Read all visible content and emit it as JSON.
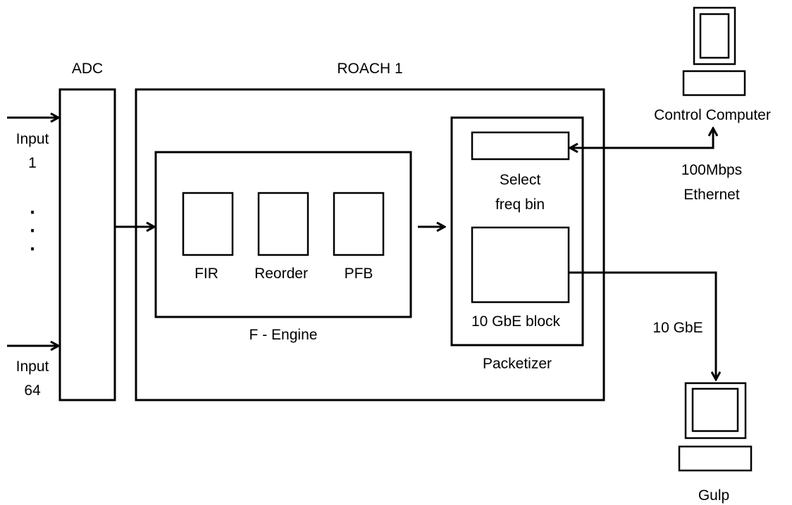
{
  "adc": {
    "title": "ADC"
  },
  "roach": {
    "title": "ROACH 1"
  },
  "inputs": {
    "first_label_line1": "Input",
    "first_label_line2": "1",
    "last_label_line1": "Input",
    "last_label_line2": "64",
    "ellipsis": "·"
  },
  "fengine": {
    "title": "F - Engine",
    "fir": "FIR",
    "reorder": "Reorder",
    "pfb": "PFB"
  },
  "packetizer": {
    "title": "Packetizer",
    "select_line1": "Select",
    "select_line2": "freq bin",
    "gbe_block": "10 GbE block"
  },
  "control": {
    "title": "Control Computer",
    "link_line1": "100Mbps",
    "link_line2": "Ethernet"
  },
  "gulp": {
    "title": "Gulp",
    "link": "10 GbE"
  },
  "colors": {
    "stroke": "#000000",
    "background": "#ffffff"
  },
  "icons": [
    "arrow-right-icon",
    "computer-icon"
  ]
}
